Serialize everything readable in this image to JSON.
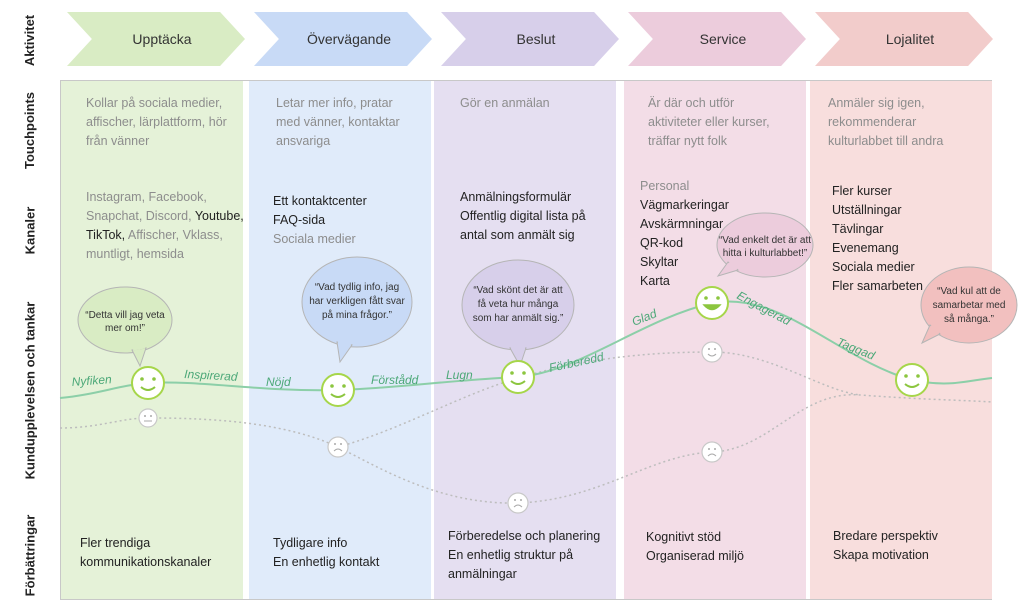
{
  "rows": {
    "aktivitet": "Aktivitet",
    "touchpoints": "Touchpoints",
    "kanaler": "Kanaler",
    "kundupplevelsen": "Kundupplevelsen och tankar",
    "forbattringar": "Förbättringar"
  },
  "phases": [
    {
      "title": "Upptäcka",
      "color": "#e5f2d8",
      "touchpoints": [
        "Kollar på sociala medier,",
        "affischer, lärplattform, hör",
        "från vänner"
      ],
      "channels": [
        [
          {
            "t": "Instagram, Facebook,",
            "dark": false
          }
        ],
        [
          {
            "t": "Snapchat, Discord, ",
            "dark": false
          },
          {
            "t": "Youtube,",
            "dark": true
          }
        ],
        [
          {
            "t": "TikTok,",
            "dark": true
          },
          {
            "t": " Affischer, Vklass,",
            "dark": false
          }
        ],
        [
          {
            "t": "muntligt, hemsida",
            "dark": false
          }
        ]
      ],
      "bubble": [
        "“Detta vill jag veta",
        "mer om!”"
      ],
      "improvements": [
        "Fler trendiga",
        "kommunikationskanaler"
      ]
    },
    {
      "title": "Övervägande",
      "color": "#e0ebfa",
      "touchpoints": [
        "Letar mer info, pratar",
        "med vänner, kontaktar",
        "ansvariga"
      ],
      "channels": [
        [
          {
            "t": "Ett kontaktcenter",
            "dark": true
          }
        ],
        [
          {
            "t": "FAQ-sida",
            "dark": true
          }
        ],
        [
          {
            "t": "Sociala medier",
            "dark": false
          }
        ]
      ],
      "bubble": [
        "“Vad tydlig info, jag",
        "har verkligen fått svar",
        "på mina frågor.”"
      ],
      "improvements": [
        "Tydligare info",
        "En enhetlig kontakt"
      ]
    },
    {
      "title": "Beslut",
      "color": "#e5dff1",
      "touchpoints": [
        "Gör en anmälan"
      ],
      "channels": [
        [
          {
            "t": "Anmälningsformulär",
            "dark": true
          }
        ],
        [
          {
            "t": "Offentlig digital lista på",
            "dark": true
          }
        ],
        [
          {
            "t": "antal som anmält sig",
            "dark": true
          }
        ]
      ],
      "bubble": [
        "“Vad skönt det är att",
        "få veta hur många",
        "som har anmält sig.”"
      ],
      "improvements": [
        "Förberedelse och planering",
        "En enhetlig struktur på",
        "anmälningar"
      ]
    },
    {
      "title": "Service",
      "color": "#f3dde7",
      "touchpoints": [
        "Är där och utför",
        "aktiviteter eller kurser,",
        "träffar nytt folk"
      ],
      "channels": [
        [
          {
            "t": "Personal",
            "dark": false
          }
        ],
        [
          {
            "t": "Vägmarkeringar",
            "dark": true
          }
        ],
        [
          {
            "t": "Avskärmningar",
            "dark": true
          }
        ],
        [
          {
            "t": "QR-kod",
            "dark": true
          }
        ],
        [
          {
            "t": "Skyltar",
            "dark": true
          }
        ],
        [
          {
            "t": "Karta",
            "dark": true
          }
        ]
      ],
      "bubble": [
        "“Vad enkelt det är att",
        "hitta i kulturlabbet!”"
      ],
      "improvements": [
        "Kognitivt stöd",
        "Organiserad miljö"
      ]
    },
    {
      "title": "Lojalitet",
      "color": "#f8dedd",
      "touchpoints": [
        "Anmäler sig igen,",
        "rekommenderar",
        "kulturlabbet till andra"
      ],
      "channels": [
        [
          {
            "t": "Fler kurser",
            "dark": true
          }
        ],
        [
          {
            "t": "Utställningar",
            "dark": true
          }
        ],
        [
          {
            "t": "Tävlingar",
            "dark": true
          }
        ],
        [
          {
            "t": "Evenemang",
            "dark": true
          }
        ],
        [
          {
            "t": "Sociala medier",
            "dark": true
          }
        ],
        [
          {
            "t": "Fler samarbeten",
            "dark": true
          }
        ]
      ],
      "bubble": [
        "“Vad kul att de",
        "samarbetar med",
        "så många.”"
      ],
      "improvements": [
        "Bredare perspektiv",
        "Skapa motivation"
      ]
    }
  ],
  "emotions": [
    "Nyfiken",
    "Inspirerad",
    "Nöjd",
    "Förstådd",
    "Lugn",
    "Förberedd",
    "Glad",
    "Engagerad",
    "Taggad"
  ],
  "colors": {
    "line": "#8ccfa8",
    "smile": "#a6d64a",
    "dotted": "#bdbdbd",
    "text_grey": "#8d8d8d"
  }
}
